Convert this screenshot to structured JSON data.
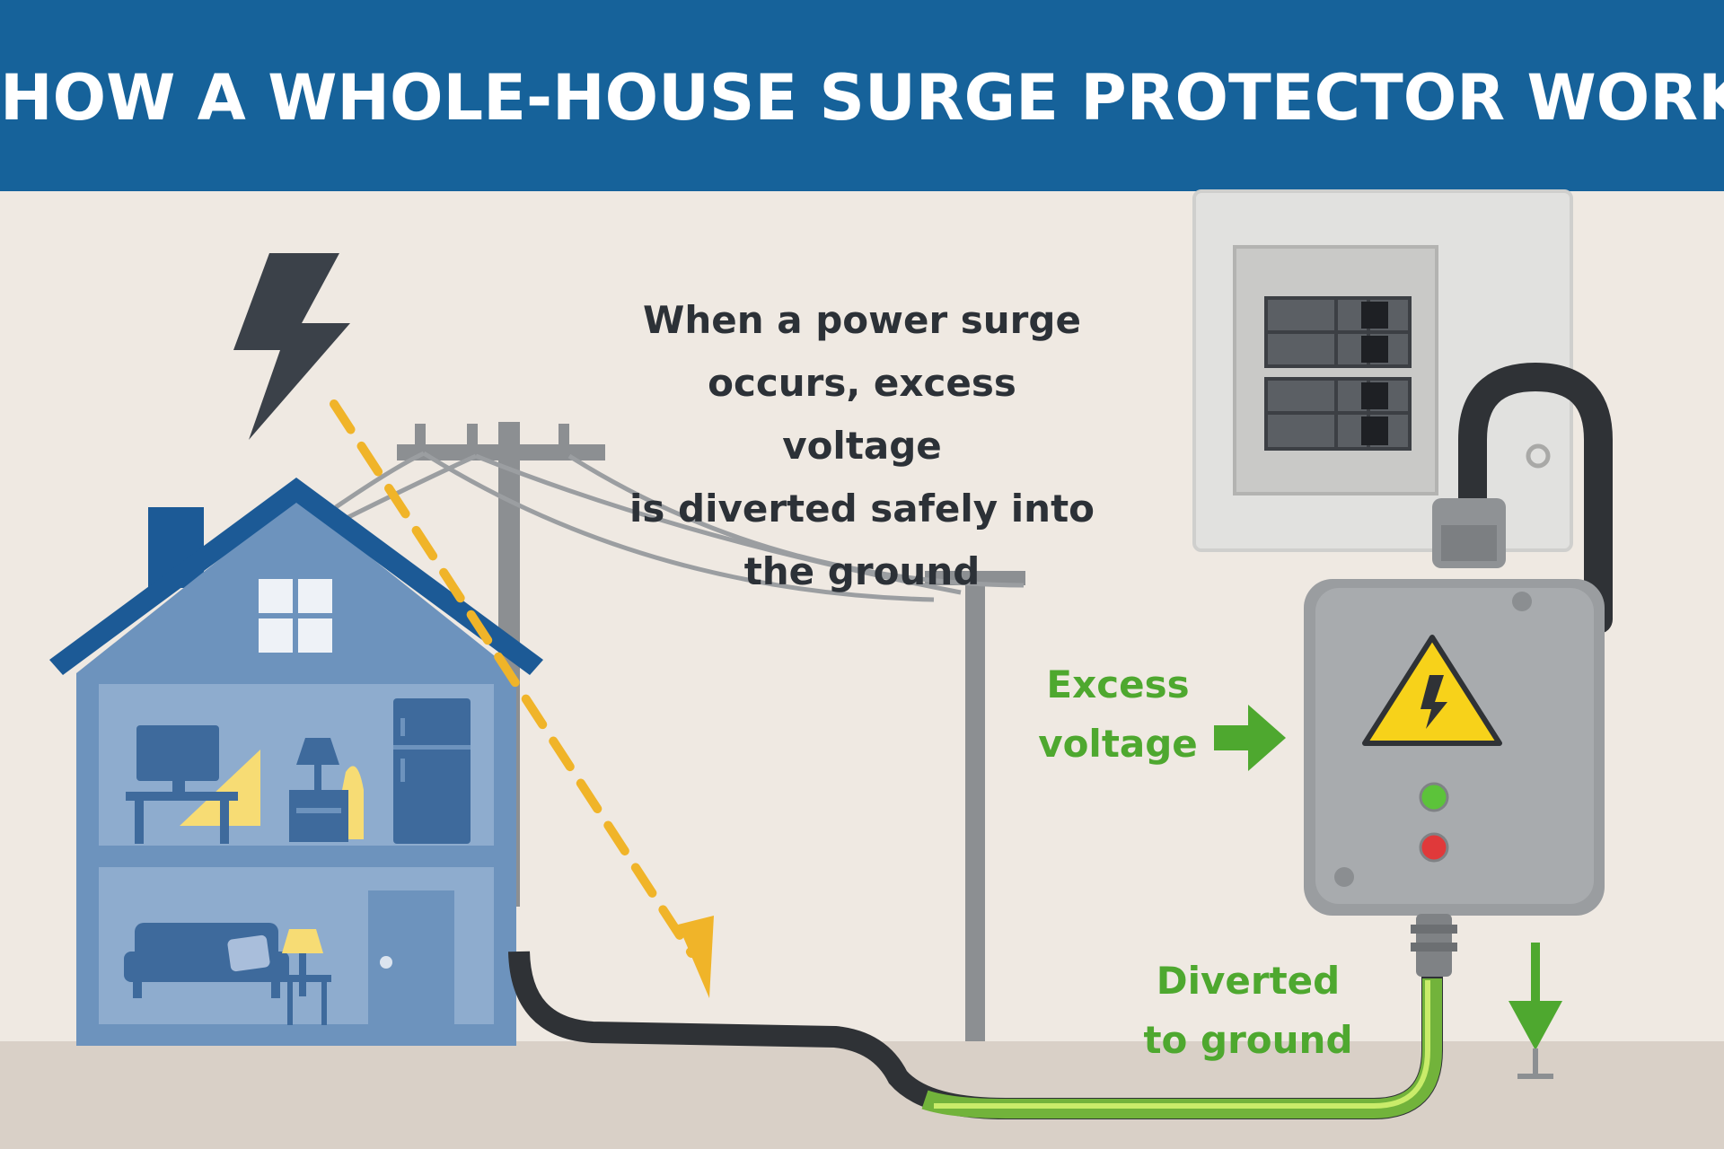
{
  "header": {
    "title": "HOW A WHOLE-HOUSE SURGE PROTECTOR WORKS"
  },
  "caption": {
    "lines": [
      "When a power surge",
      "occurs, excess voltage",
      "is diverted safely into",
      "the ground"
    ]
  },
  "labels": {
    "excess_voltage": [
      "Excess",
      "voltage"
    ],
    "diverted_to_ground": [
      "Diverted",
      "to ground"
    ]
  },
  "icons": {
    "lightning": "lightning-bolt-icon",
    "warning": "high-voltage-warning-icon",
    "ground": "ground-arrow-icon",
    "arrow": "right-arrow-icon"
  },
  "colors": {
    "header": "#16629a",
    "background": "#efe9e2",
    "house": "#6d93bd",
    "roof": "#1c5a96",
    "surge_path": "#f0b429",
    "ground_green": "#4ea82f",
    "device_gray": "#9a9da0",
    "indicator_green": "#5cc33a",
    "indicator_red": "#e0393a"
  }
}
